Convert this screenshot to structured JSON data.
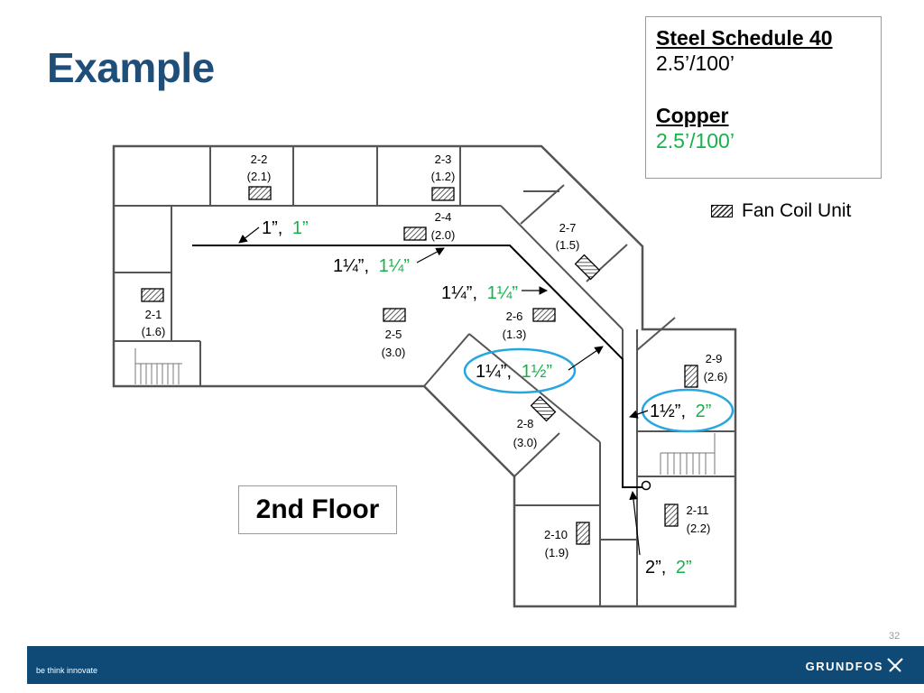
{
  "title": "Example",
  "legend": {
    "steel_heading": "Steel Schedule 40",
    "steel_value": "2.5’/100’",
    "copper_heading": "Copper",
    "copper_value": "2.5’/100’"
  },
  "fcu_legend_label": "Fan Coil Unit",
  "floor_label": "2nd Floor",
  "colors": {
    "title": "#1f4e79",
    "green": "#17b24a",
    "highlight": "#27a7e0",
    "footer": "#0f4a77"
  },
  "units": [
    {
      "id": "2-1",
      "load": "(1.6)"
    },
    {
      "id": "2-2",
      "load": "(2.1)"
    },
    {
      "id": "2-3",
      "load": "(1.2)"
    },
    {
      "id": "2-4",
      "load": "(2.0)"
    },
    {
      "id": "2-5",
      "load": "(3.0)"
    },
    {
      "id": "2-6",
      "load": "(1.3)"
    },
    {
      "id": "2-7",
      "load": "(1.5)"
    },
    {
      "id": "2-8",
      "load": "(3.0)"
    },
    {
      "id": "2-9",
      "load": "(2.6)"
    },
    {
      "id": "2-10",
      "load": "(1.9)"
    },
    {
      "id": "2-11",
      "load": "(2.2)"
    }
  ],
  "pipe_sizes": [
    {
      "steel": "1”,",
      "copper": "1”"
    },
    {
      "steel": "1¼”,",
      "copper": "1¼”"
    },
    {
      "steel": "1¼”,",
      "copper": "1¼”"
    },
    {
      "steel": "1¼”,",
      "copper": "1½”"
    },
    {
      "steel": "1½”,",
      "copper": "2”"
    },
    {
      "steel": "2”,",
      "copper": "2”"
    }
  ],
  "page_number": "32",
  "footer": {
    "tagline": "be think innovate",
    "brand": "GRUNDFOS"
  }
}
